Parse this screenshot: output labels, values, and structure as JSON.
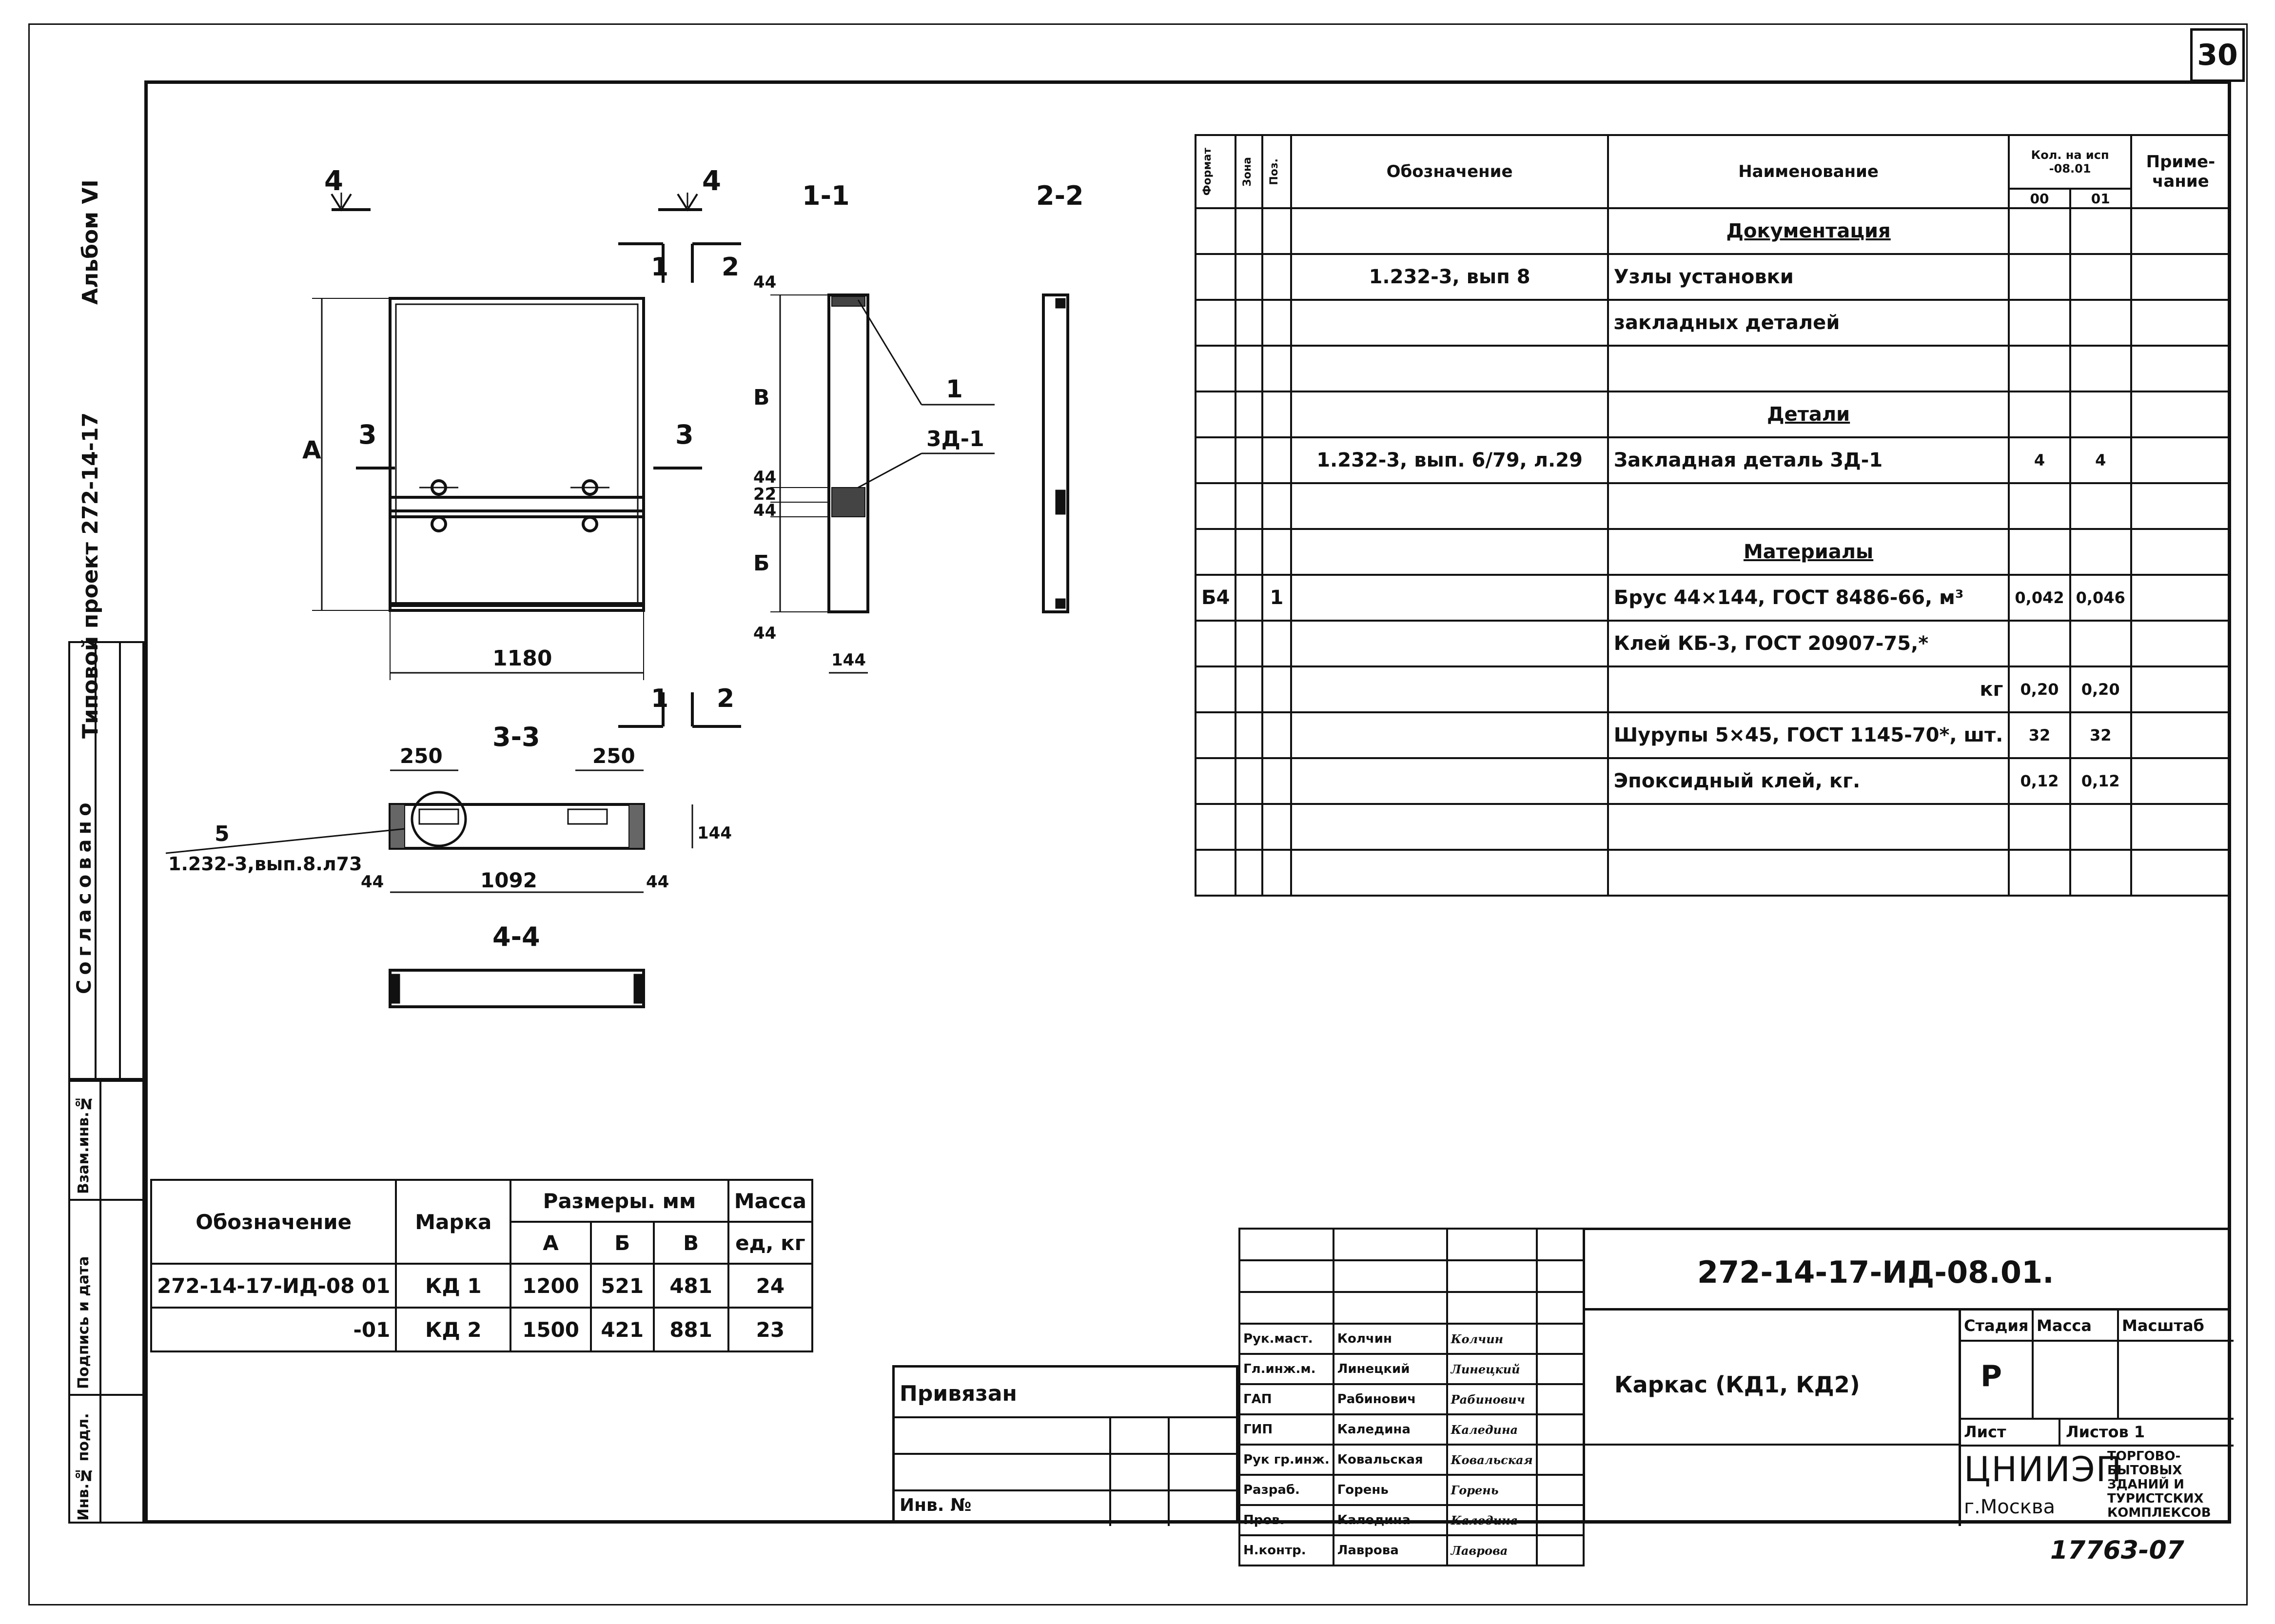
{
  "sheet": {
    "number": "30",
    "album": "Альбом VI",
    "project": "Типовой проект 272-14-17",
    "agreed": "Согласовано",
    "side_labels": [
      "Взам.инв.№",
      "Подпись и дата",
      "Инв.№ подл."
    ],
    "bottom_code": "17763-07"
  },
  "drawing": {
    "sec11": "1-1",
    "sec22": "2-2",
    "sec33": "3-3",
    "sec44": "4-4",
    "mark4a": "4",
    "mark4b": "4",
    "mark1": "1",
    "mark2": "2",
    "mark3a": "3",
    "mark3b": "3",
    "dimA": "А",
    "dim1180": "1180",
    "dimB": "В",
    "dimBb": "Б",
    "dim44a": "44",
    "dim44b": "44",
    "dim22": "22",
    "dim44c": "44",
    "dim44d": "44",
    "dim144": "144",
    "lead1": "1",
    "lead3d": "3Д-1",
    "dim250a": "250",
    "dim250b": "250",
    "lead5": "5",
    "lead5ref": "1.232-3,вып.8.л73",
    "dim44e": "44",
    "dim1092": "1092",
    "dim44f": "44",
    "dim144b": "144",
    "mark1b": "1",
    "mark2b": "2"
  },
  "spec": {
    "headers": [
      "Формат",
      "Зона",
      "Поз.",
      "Обозначение",
      "Наименование",
      "Кол. на исп -08.01",
      "00",
      "01",
      "Приме-чание"
    ],
    "rows": [
      {
        "f": "",
        "z": "",
        "p": "",
        "o": "",
        "n": "Документация",
        "q0": "",
        "q1": "",
        "u": true
      },
      {
        "f": "",
        "z": "",
        "p": "",
        "o": "1.232-3, вып 8",
        "n": "Узлы установки",
        "q0": "",
        "q1": ""
      },
      {
        "f": "",
        "z": "",
        "p": "",
        "o": "",
        "n": "закладных деталей",
        "q0": "",
        "q1": ""
      },
      {
        "f": "",
        "z": "",
        "p": "",
        "o": "",
        "n": "",
        "q0": "",
        "q1": ""
      },
      {
        "f": "",
        "z": "",
        "p": "",
        "o": "",
        "n": "Детали",
        "q0": "",
        "q1": "",
        "u": true
      },
      {
        "f": "",
        "z": "",
        "p": "",
        "o": "1.232-3, вып. 6/79, л.29",
        "n": "Закладная деталь 3Д-1",
        "q0": "4",
        "q1": "4"
      },
      {
        "f": "",
        "z": "",
        "p": "",
        "o": "",
        "n": "",
        "q0": "",
        "q1": ""
      },
      {
        "f": "",
        "z": "",
        "p": "",
        "o": "",
        "n": "Материалы",
        "q0": "",
        "q1": "",
        "u": true
      },
      {
        "f": "Б4",
        "z": "",
        "p": "1",
        "o": "",
        "n": "Брус 44×144, ГОСТ 8486-66, м³",
        "q0": "0,042",
        "q1": "0,046"
      },
      {
        "f": "",
        "z": "",
        "p": "",
        "o": "",
        "n": "Клей КБ-3, ГОСТ 20907-75,*",
        "q0": "",
        "q1": ""
      },
      {
        "f": "",
        "z": "",
        "p": "",
        "o": "",
        "n": "кг",
        "q0": "0,20",
        "q1": "0,20",
        "r": true
      },
      {
        "f": "",
        "z": "",
        "p": "",
        "o": "",
        "n": "Шурупы 5×45, ГОСТ 1145-70*, шт.",
        "q0": "32",
        "q1": "32"
      },
      {
        "f": "",
        "z": "",
        "p": "",
        "o": "",
        "n": "Эпоксидный клей,          кг.",
        "q0": "0,12",
        "q1": "0,12"
      },
      {
        "f": "",
        "z": "",
        "p": "",
        "o": "",
        "n": "",
        "q0": "",
        "q1": ""
      },
      {
        "f": "",
        "z": "",
        "p": "",
        "o": "",
        "n": "",
        "q0": "",
        "q1": ""
      }
    ]
  },
  "marks": {
    "h_oboz": "Обозначение",
    "h_marka": "Марка",
    "h_razm": "Размеры. мм",
    "h_massa": "Масса",
    "h_ed": "ед, кг",
    "cols": [
      "А",
      "Б",
      "В"
    ],
    "rows": [
      {
        "oboz": "272-14-17-ИД-08 01",
        "marka": "КД 1",
        "a": "1200",
        "b": "521",
        "v": "481",
        "m": "24"
      },
      {
        "oboz": "-01",
        "marka": "КД 2",
        "a": "1500",
        "b": "421",
        "v": "881",
        "m": "23"
      }
    ]
  },
  "title": {
    "code": "272-14-17-ИД-08.01.",
    "name": "Каркас (КД1, КД2)",
    "privyazan": "Привязан",
    "inv": "Инв. №",
    "stadia_h": "Стадия",
    "massa_h": "Масса",
    "masshtab_h": "Масштаб",
    "stadia": "Р",
    "list_h": "Лист",
    "listov_h": "Листов 1",
    "org": "ЦНИИЭП",
    "org_desc": "торгово-бытовых зданий и туристских комплексов",
    "city": "г.Москва",
    "staff": [
      {
        "role": "Рук.маст.",
        "name": "Колчин",
        "sig": "Колчин"
      },
      {
        "role": "Гл.инж.м.",
        "name": "Линецкий",
        "sig": "Линецкий"
      },
      {
        "role": "ГАП",
        "name": "Рабинович",
        "sig": "Рабинович"
      },
      {
        "role": "ГИП",
        "name": "Каледина",
        "sig": "Каледина"
      },
      {
        "role": "Рук гр.инж.",
        "name": "Ковальская",
        "sig": "Ковальская"
      },
      {
        "role": "Разраб.",
        "name": "Горень",
        "sig": "Горень"
      },
      {
        "role": "Пров.",
        "name": "Каледина",
        "sig": "Каледина"
      },
      {
        "role": "Н.контр.",
        "name": "Лаврова",
        "sig": "Лаврова"
      }
    ]
  }
}
